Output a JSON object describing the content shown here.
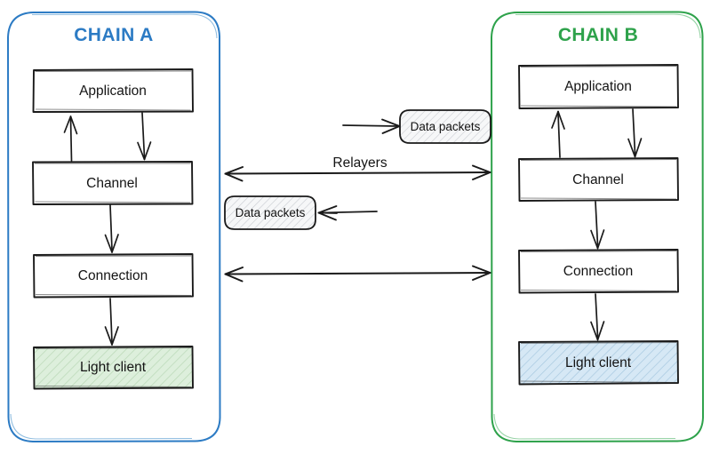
{
  "diagram": {
    "title_a": "CHAIN A",
    "title_b": "CHAIN B",
    "colors": {
      "chain_a_accent": "#2C7BC4",
      "chain_b_accent": "#2EA24B",
      "stroke": "#1a1a1a",
      "light_client_a_fill": "#ddefdc",
      "light_client_b_fill": "#d6e8f5",
      "packet_fill": "#f3f4f6",
      "background": "#ffffff"
    },
    "chain_a": {
      "name": "CHAIN A",
      "layers": [
        {
          "label": "Application",
          "fill": "none"
        },
        {
          "label": "Channel",
          "fill": "none"
        },
        {
          "label": "Connection",
          "fill": "none"
        },
        {
          "label": "Light client",
          "fill": "#ddefdc"
        }
      ]
    },
    "chain_b": {
      "name": "CHAIN B",
      "layers": [
        {
          "label": "Application",
          "fill": "none"
        },
        {
          "label": "Channel",
          "fill": "none"
        },
        {
          "label": "Connection",
          "fill": "none"
        },
        {
          "label": "Light client",
          "fill": "#d6e8f5"
        }
      ]
    },
    "center": {
      "relayers_label": "Relayers",
      "packet_top_label": "Data packets",
      "packet_bottom_label": "Data packets"
    },
    "connectors": [
      {
        "name": "channel-link",
        "label": "Relayers",
        "direction": "bidirectional"
      },
      {
        "name": "connection-link",
        "label": "",
        "direction": "bidirectional"
      },
      {
        "name": "packet-out-to-chain-b",
        "label": "",
        "direction": "right"
      },
      {
        "name": "packet-in-to-chain-a",
        "label": "",
        "direction": "left"
      }
    ]
  }
}
